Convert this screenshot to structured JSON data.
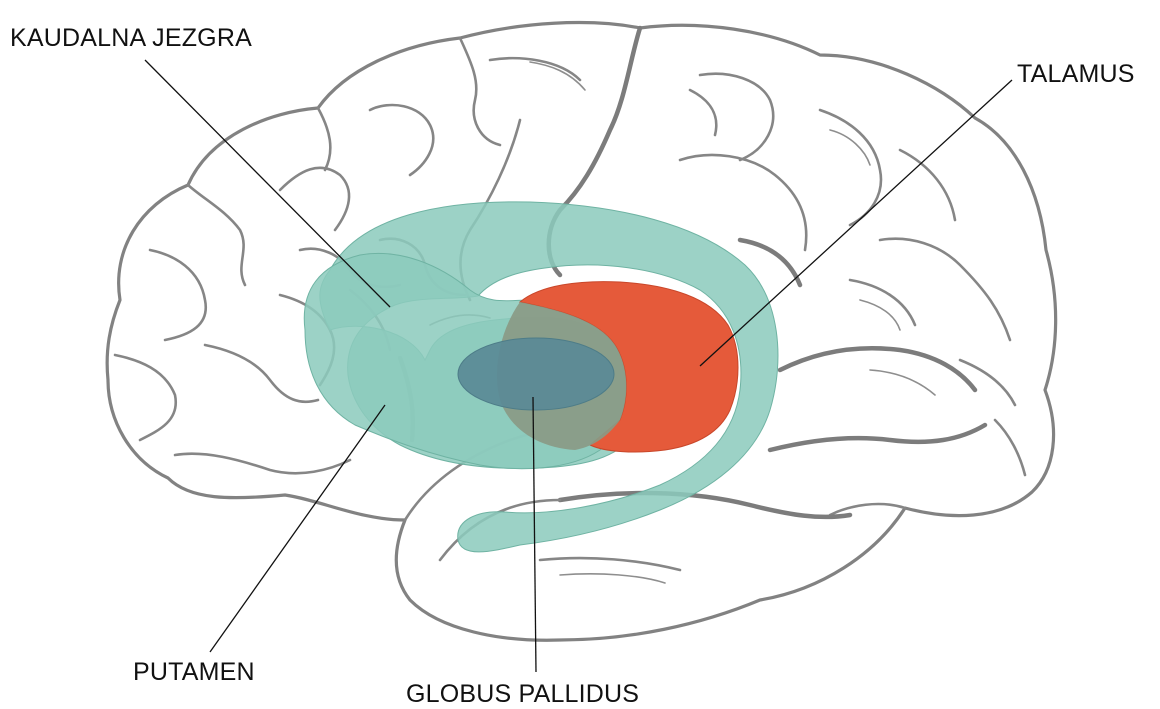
{
  "labels": {
    "caudate": "KAUDALNA JEZGRA",
    "thalamus": "TALAMUS",
    "putamen": "PUTAMEN",
    "globus": "GLOBUS PALLIDUS"
  },
  "colors": {
    "caudate_putamen": "#8ccbbd",
    "thalamus": "#e55a3a",
    "globus_pallidus": "#5a8a96",
    "brain_outline": "#828282",
    "leader_lines": "#111111"
  }
}
